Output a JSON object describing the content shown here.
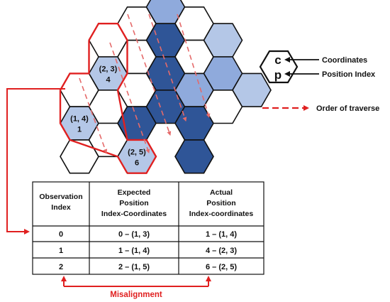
{
  "colors": {
    "dark_blue": "#2f5597",
    "mid_blue": "#8faadc",
    "light_blue": "#b4c7e7",
    "white": "#ffffff",
    "red": "#e02020",
    "outline": "#111111"
  },
  "hex_grid": {
    "cells": [
      {
        "col": 0,
        "row": 1,
        "fill": "white",
        "c": "",
        "p": ""
      },
      {
        "col": 0,
        "row": 2,
        "fill": "light_blue",
        "c": "(1, 4)",
        "p": "1"
      },
      {
        "col": 0,
        "row": 3,
        "fill": "white",
        "c": "",
        "p": ""
      },
      {
        "col": 1,
        "row": 0,
        "fill": "white",
        "c": "",
        "p": ""
      },
      {
        "col": 1,
        "row": 1,
        "fill": "light_blue",
        "c": "(2, 3)",
        "p": "4"
      },
      {
        "col": 1,
        "row": 2,
        "fill": "white",
        "c": "",
        "p": ""
      },
      {
        "col": 1,
        "row": 3,
        "fill": "white",
        "c": "",
        "p": ""
      },
      {
        "col": 2,
        "row": 0,
        "fill": "white",
        "c": "",
        "p": ""
      },
      {
        "col": 2,
        "row": 1,
        "fill": "white",
        "c": "",
        "p": ""
      },
      {
        "col": 2,
        "row": 2,
        "fill": "dark_blue",
        "c": "",
        "p": ""
      },
      {
        "col": 2,
        "row": 3,
        "fill": "light_blue",
        "c": "(2, 5)",
        "p": "6"
      },
      {
        "col": 2,
        "row": -1,
        "fill": "white",
        "c": "",
        "p": ""
      },
      {
        "col": 3,
        "row": -1,
        "fill": "mid_blue",
        "c": "",
        "p": ""
      },
      {
        "col": 3,
        "row": 0,
        "fill": "dark_blue",
        "c": "",
        "p": ""
      },
      {
        "col": 3,
        "row": 1,
        "fill": "dark_blue",
        "c": "",
        "p": ""
      },
      {
        "col": 3,
        "row": 2,
        "fill": "dark_blue",
        "c": "",
        "p": ""
      },
      {
        "col": 4,
        "row": -1,
        "fill": "white",
        "c": "",
        "p": ""
      },
      {
        "col": 4,
        "row": 0,
        "fill": "white",
        "c": "",
        "p": ""
      },
      {
        "col": 4,
        "row": 1,
        "fill": "mid_blue",
        "c": "",
        "p": ""
      },
      {
        "col": 4,
        "row": 2,
        "fill": "dark_blue",
        "c": "",
        "p": ""
      },
      {
        "col": 4,
        "row": 3,
        "fill": "dark_blue",
        "c": "",
        "p": ""
      },
      {
        "col": 5,
        "row": 0,
        "fill": "light_blue",
        "c": "",
        "p": ""
      },
      {
        "col": 5,
        "row": 1,
        "fill": "mid_blue",
        "c": "",
        "p": ""
      },
      {
        "col": 5,
        "row": 2,
        "fill": "white",
        "c": "",
        "p": ""
      },
      {
        "col": 6,
        "row": 1,
        "fill": "light_blue",
        "c": "",
        "p": ""
      }
    ]
  },
  "legend": {
    "symbol_c": "c",
    "symbol_p": "p",
    "coordinates_label": "Coordinates",
    "position_index_label": "Position Index",
    "traverse_label": "Order of traverse"
  },
  "table": {
    "headers": [
      [
        "Observation",
        "Index"
      ],
      [
        "Expected",
        "Position",
        "Index-Coordinates"
      ],
      [
        "Actual",
        "Position",
        "Index-coordinates"
      ]
    ],
    "rows": [
      [
        "0",
        "0 – (1, 3)",
        "1 – (1, 4)"
      ],
      [
        "1",
        "1 – (1, 4)",
        "4 – (2, 3)"
      ],
      [
        "2",
        "2 – (1, 5)",
        "6 – (2, 5)"
      ]
    ]
  },
  "misalignment_label": "Misalignment"
}
